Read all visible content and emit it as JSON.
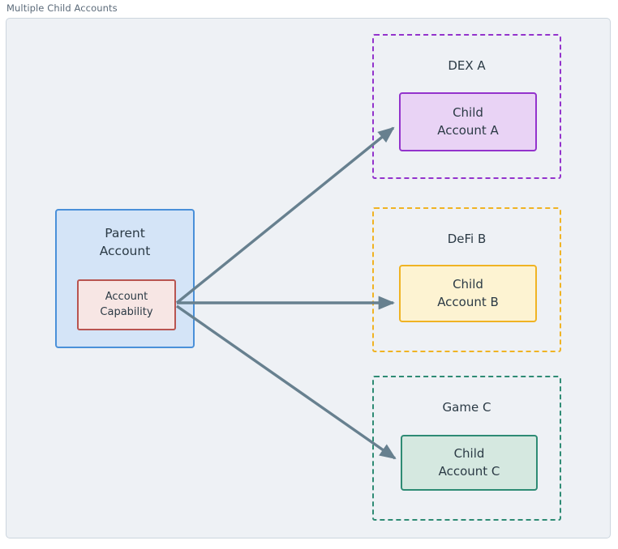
{
  "diagram": {
    "title": "Multiple Child Accounts",
    "background_color": "#eef1f5",
    "frame_border_color": "#ccd5de",
    "arrow_color": "#67808f"
  },
  "parent": {
    "label_line1": "Parent",
    "label_line2": "Account",
    "fill_color": "#d4e4f7",
    "border_color": "#4a90d9",
    "capability": {
      "label_line1": "Account",
      "label_line2": "Capability",
      "fill_color": "#f7e6e4",
      "border_color": "#b85450"
    }
  },
  "groups": [
    {
      "name": "DEX A",
      "border_color": "#9333cc",
      "child": {
        "label_line1": "Child",
        "label_line2": "Account A",
        "fill_color": "#e9d3f5",
        "border_color": "#9333cc"
      }
    },
    {
      "name": "DeFi B",
      "border_color": "#f0b323",
      "child": {
        "label_line1": "Child",
        "label_line2": "Account B",
        "fill_color": "#fdf3d2",
        "border_color": "#f0b323"
      }
    },
    {
      "name": "Game C",
      "border_color": "#2e8b74",
      "child": {
        "label_line1": "Child",
        "label_line2": "Account C",
        "fill_color": "#d5e8e0",
        "border_color": "#2e8b74"
      }
    }
  ],
  "connections": [
    {
      "from": "Account Capability",
      "to": "Child Account A"
    },
    {
      "from": "Account Capability",
      "to": "Child Account B"
    },
    {
      "from": "Account Capability",
      "to": "Child Account C"
    }
  ]
}
